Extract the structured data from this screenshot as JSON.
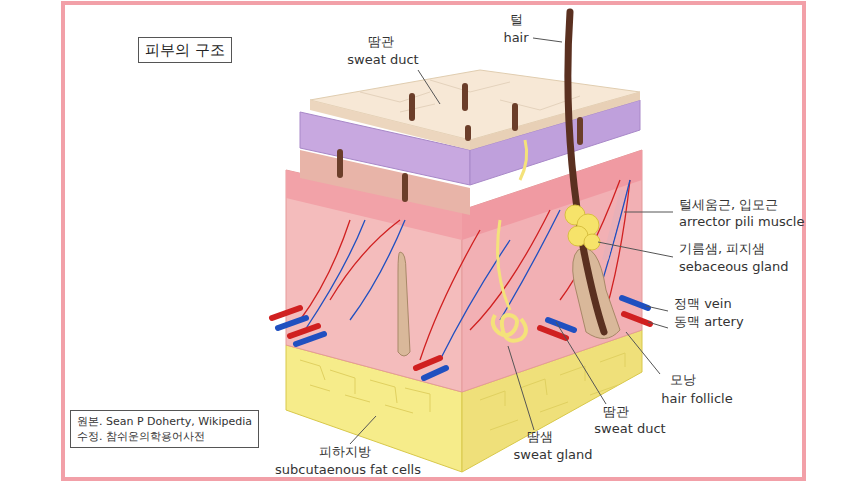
{
  "diagram": {
    "title": "피부의 구조",
    "nodes": [
      {
        "text": [
          "원본. Sean P Doherty, Wikipedia",
          "수정. 참쉬운의학용어사전"
        ]
      }
    ],
    "labels": [
      "땀관",
      "sweat duct",
      "털",
      "hair",
      "털세움근, 입모근",
      "arrector pili muscle",
      "기름샘, 피지샘",
      "sebaceous gland",
      "정맥 vein",
      "동맥 artery",
      "모낭",
      "hair follicle",
      "땀관",
      "sweat duct",
      "땀샘",
      "sweat gland",
      "피하지방",
      "subcutaenous fat cells"
    ]
  }
}
